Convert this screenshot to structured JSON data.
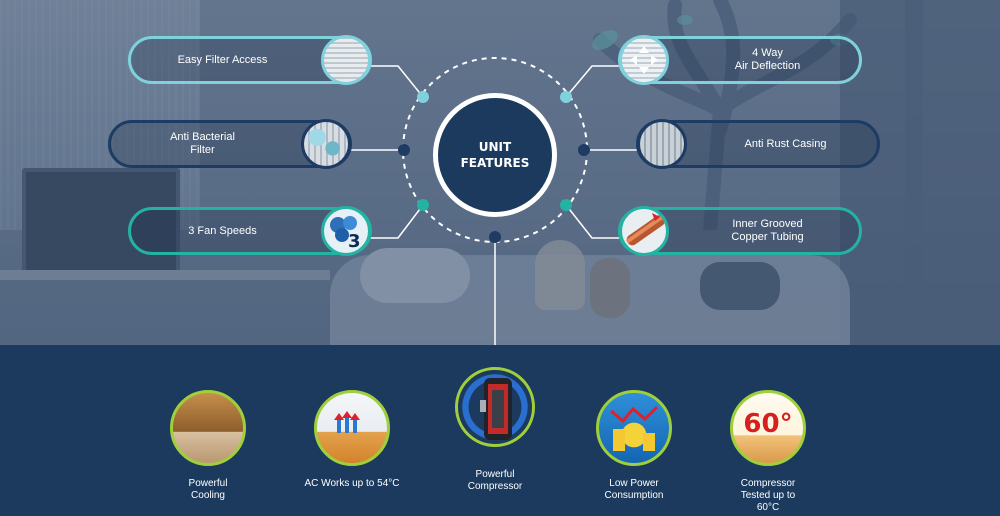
{
  "center": {
    "title": "UNIT\nFEATURES"
  },
  "features_left": [
    {
      "label": "Easy Filter Access",
      "icon": "filter-icon"
    },
    {
      "label": "Anti Bacterial\nFilter",
      "icon": "antibacterial-filter-icon"
    },
    {
      "label": "3 Fan Speeds",
      "icon": "fan-speed-icon"
    }
  ],
  "features_right": [
    {
      "label": "4 Way\nAir Deflection",
      "icon": "air-deflection-icon"
    },
    {
      "label": "Anti Rust Casing",
      "icon": "rust-casing-icon"
    },
    {
      "label": "Inner Grooved\nCopper Tubing",
      "icon": "copper-tubing-icon"
    }
  ],
  "fan_speed_number": "3",
  "bottom_features": [
    {
      "label": "Powerful\nCooling",
      "icon": "room-cooling-icon"
    },
    {
      "label": "AC Works up to 54°C",
      "icon": "heat-tolerance-icon"
    },
    {
      "label": "Powerful\nCompressor",
      "icon": "compressor-icon"
    },
    {
      "label": "Low Power\nConsumption",
      "icon": "power-saving-icon"
    },
    {
      "label": "Compressor\nTested up to\n60°C",
      "icon": "sixty-degrees-icon"
    }
  ],
  "sixty_badge": "60°",
  "colors": {
    "light_teal": "#7fd1dc",
    "navy": "#1d3b63",
    "teal": "#24b2a3",
    "band": "#1b3a5e",
    "badge_ring": "#9fcf3a",
    "heat_red": "#d4201f"
  }
}
